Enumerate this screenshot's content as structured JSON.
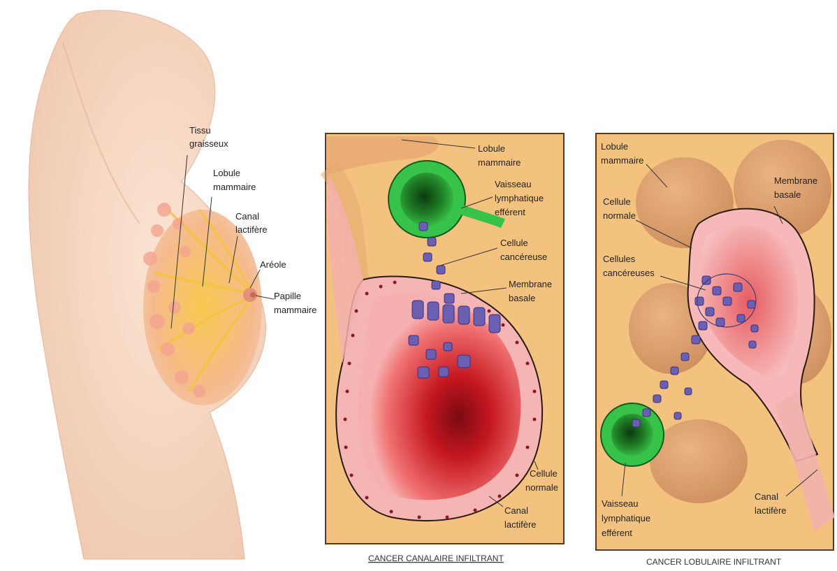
{
  "anatomy": {
    "labels": {
      "tissu_1": "Tissu",
      "tissu_2": "graisseux",
      "lobule_1": "Lobule",
      "lobule_2": "mammaire",
      "canal_1": "Canal",
      "canal_2": "lactifère",
      "areole": "Aréole",
      "papille_1": "Papille",
      "papille_2": "mammaire"
    }
  },
  "panel_canalaire": {
    "caption": "CANCER CANALAIRE INFILTRANT",
    "labels": {
      "lobule_1": "Lobule",
      "lobule_2": "mammaire",
      "vaisseau_1": "Vaisseau",
      "vaisseau_2": "lymphatique",
      "vaisseau_3": "efférent",
      "cellule_canc_1": "Cellule",
      "cellule_canc_2": "cancéreuse",
      "membrane_1": "Membrane",
      "membrane_2": "basale",
      "cellule_norm_1": "Cellule",
      "cellule_norm_2": "normale",
      "canal_1": "Canal",
      "canal_2": "lactifère"
    }
  },
  "panel_lobulaire": {
    "caption": "CANCER LOBULAIRE INFILTRANT",
    "labels": {
      "lobule_1": "Lobule",
      "lobule_2": "mammaire",
      "membrane_1": "Membrane",
      "membrane_2": "basale",
      "cellule_norm_1": "Cellule",
      "cellule_norm_2": "normale",
      "cellules_canc_1": "Cellules",
      "cellules_canc_2": "cancéreuses",
      "vaisseau_1": "Vaisseau",
      "vaisseau_2": "lymphatique",
      "vaisseau_3": "efférent",
      "canal_1": "Canal",
      "canal_2": "lactifère"
    }
  },
  "colors": {
    "skin": "#f6d7c0",
    "panel_bg": "#f2c27e",
    "duct_red": "#c8202a",
    "vessel_green": "#1e9a2c",
    "cancer_purple": "#6a5fb0"
  }
}
